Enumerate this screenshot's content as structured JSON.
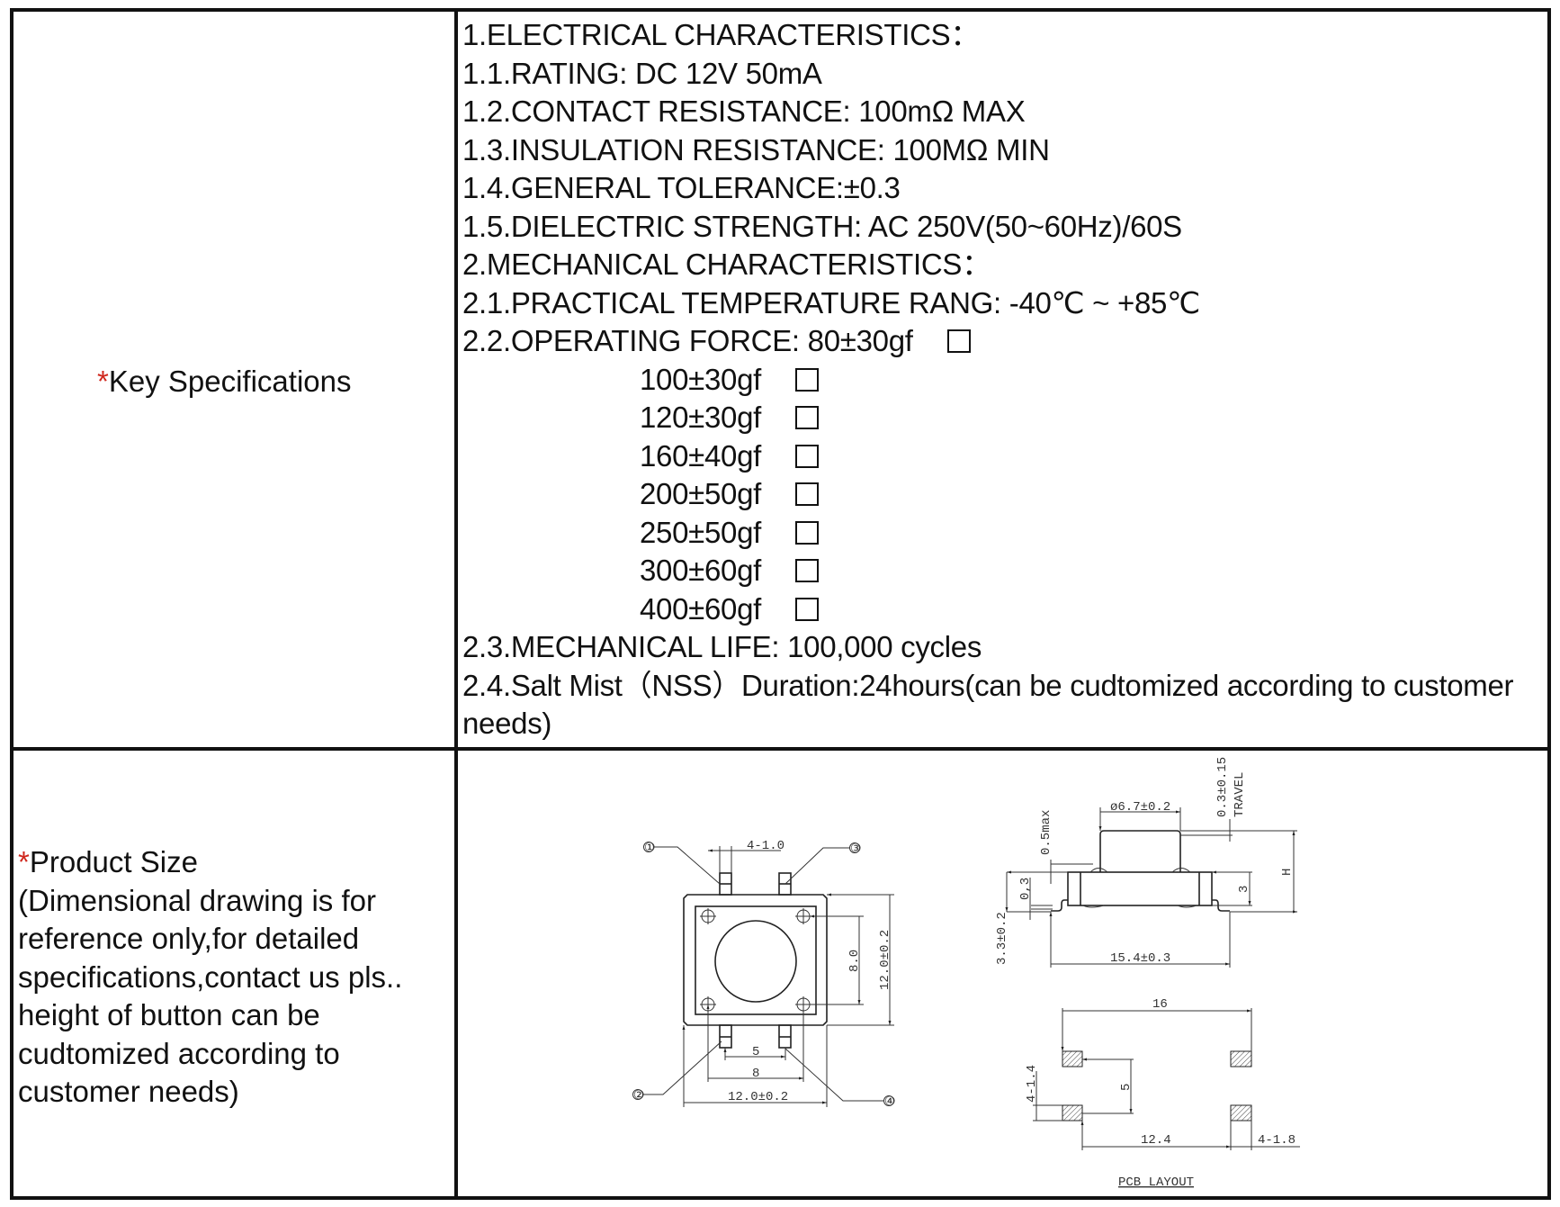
{
  "rows": {
    "key_specs": {
      "asterisk": "*",
      "label": "Key Specifications",
      "lines": [
        "1.ELECTRICAL CHARACTERISTICS：",
        "1.1.RATING: DC 12V 50mA",
        "1.2.CONTACT RESISTANCE: 100mΩ MAX",
        "1.3.INSULATION RESISTANCE: 100MΩ MIN",
        "1.4.GENERAL TOLERANCE:±0.3",
        "1.5.DIELECTRIC STRENGTH: AC 250V(50~60Hz)/60S",
        "2.MECHANICAL CHARACTERISTICS：",
        "2.1.PRACTICAL TEMPERATURE RANG: -40℃ ~ +85℃"
      ],
      "force_label": "2.2.OPERATING FORCE: ",
      "force_options": [
        "80±30gf",
        "100±30gf",
        "120±30gf",
        "160±40gf",
        "200±50gf",
        "250±50gf",
        "300±60gf",
        "400±60gf"
      ],
      "tail_lines": [
        "2.3.MECHANICAL LIFE: 100,000 cycles",
        "2.4.Salt Mist（NSS）Duration:24hours(can be cudtomized according to customer needs)"
      ]
    },
    "product_size": {
      "asterisk": "*",
      "label": "Product Size",
      "note": "(Dimensional drawing is for reference only,for detailed specifications,contact us pls.. height of button can be cudtomized according to customer needs)"
    }
  },
  "drawing": {
    "top_view": {
      "pin_width": "4-1.0",
      "pin_labels": [
        "①",
        "②",
        "③",
        "④"
      ],
      "dim_8_0": "8.0",
      "dim_height": "12.0±0.2",
      "dim_5": "5",
      "dim_8": "8",
      "dim_width": "12.0±0.2"
    },
    "side_view": {
      "diameter": "ø6.7±0.2",
      "travel_value": "0.3±0.15",
      "travel_label": "TRAVEL",
      "max_offset": "0.5max",
      "lead_thickness": "0,3",
      "total_height": "3.3±0.2",
      "body_height": "3",
      "height_var": "H",
      "length": "15.4±0.3"
    },
    "pcb_layout": {
      "title": "PCB LAYOUT",
      "span": "16",
      "pitch_v": "5",
      "pad_h": "4-1.4",
      "pitch_h": "12.4",
      "pad_w": "4-1.8"
    }
  }
}
